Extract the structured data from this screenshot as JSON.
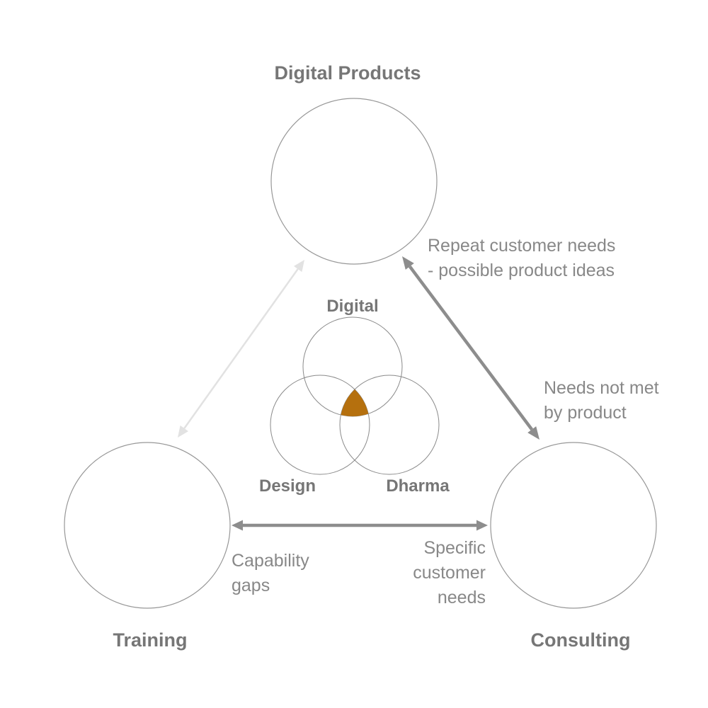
{
  "nodes": {
    "digital_products": {
      "label": "Digital Products"
    },
    "training": {
      "label": "Training"
    },
    "consulting": {
      "label": "Consulting"
    }
  },
  "venn": {
    "top": {
      "label": "Digital"
    },
    "left": {
      "label": "Design"
    },
    "right": {
      "label": "Dharma"
    },
    "intersection_color": "#b5700e"
  },
  "annotations": {
    "products_consulting": "Repeat customer needs\n- possible product ideas",
    "needs_not_met": "Needs not met\nby product",
    "capability_gaps": "Capability\ngaps",
    "specific_customer_needs": "Specific\ncustomer\nneeds"
  },
  "colors": {
    "arrow_strong": "#8d8d8d",
    "arrow_faint": "#e2e2e2",
    "circle_stroke": "#979797",
    "label_text": "#767676",
    "annotation_text": "#888888"
  }
}
